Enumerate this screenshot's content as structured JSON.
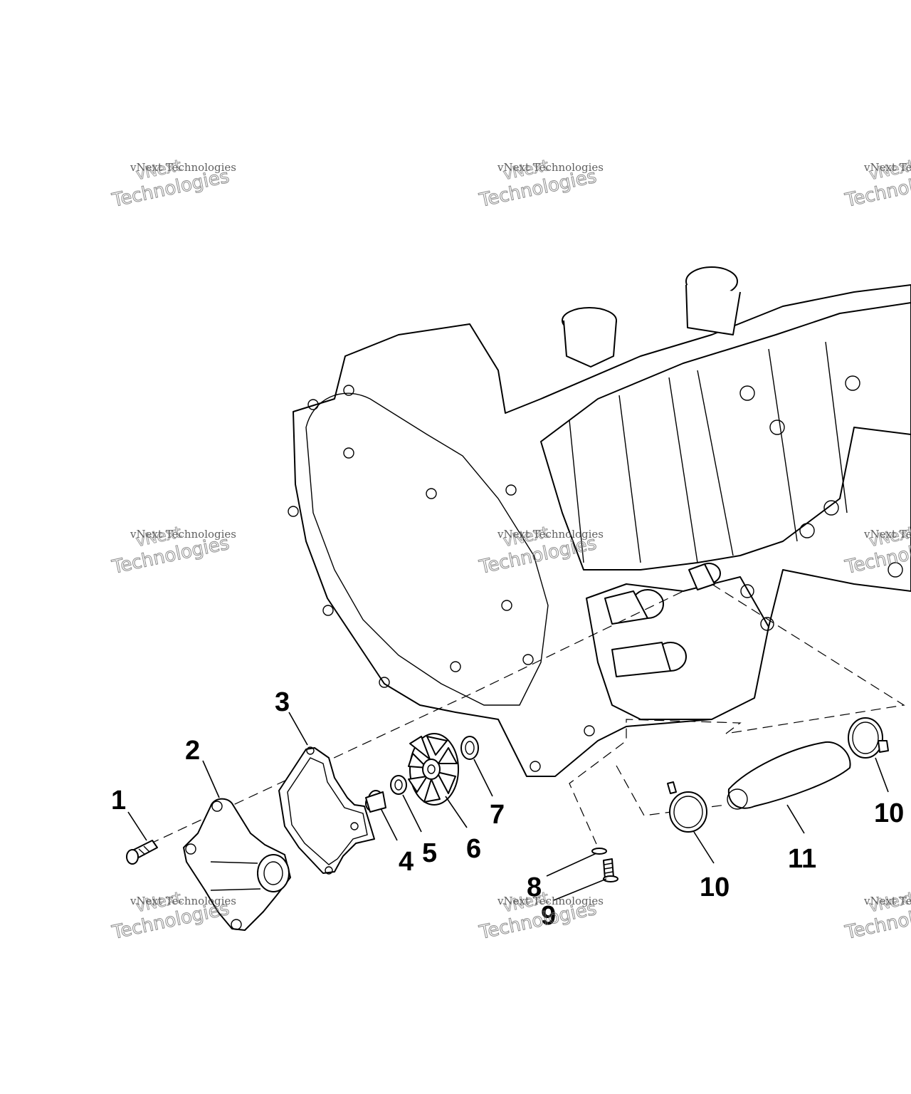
{
  "callouts": [
    {
      "id": "1",
      "label": "1"
    },
    {
      "id": "2",
      "label": "2"
    },
    {
      "id": "3",
      "label": "3"
    },
    {
      "id": "4",
      "label": "4"
    },
    {
      "id": "5",
      "label": "5"
    },
    {
      "id": "6",
      "label": "6"
    },
    {
      "id": "7",
      "label": "7"
    },
    {
      "id": "8",
      "label": "8"
    },
    {
      "id": "9",
      "label": "9"
    },
    {
      "id": "10a",
      "label": "10"
    },
    {
      "id": "10b",
      "label": "10"
    },
    {
      "id": "11",
      "label": "11"
    }
  ],
  "watermark": {
    "line0": "vNext",
    "line1": "vNext Technologies",
    "line2": "Technologies"
  }
}
